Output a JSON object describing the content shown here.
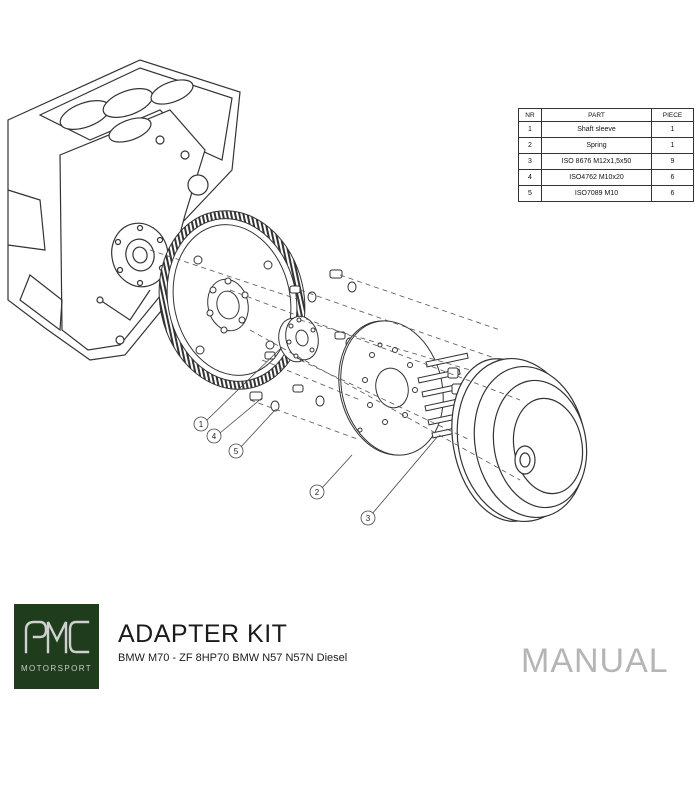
{
  "parts_table": {
    "headers": [
      "NR",
      "PART",
      "PIECE"
    ],
    "rows": [
      {
        "nr": "1",
        "part": "Shaft sleeve",
        "piece": "1"
      },
      {
        "nr": "2",
        "part": "Spring",
        "piece": "1"
      },
      {
        "nr": "3",
        "part": "ISO 8676 M12x1,5x50",
        "piece": "9"
      },
      {
        "nr": "4",
        "part": "ISO4762 M10x20",
        "piece": "6"
      },
      {
        "nr": "5",
        "part": "ISO7089 M10",
        "piece": "6"
      }
    ]
  },
  "callouts": [
    "1",
    "4",
    "5",
    "2",
    "3"
  ],
  "logo": {
    "brand_text": "MOTORSPORT",
    "background": "#1f3d1c"
  },
  "title": "ADAPTER KIT",
  "subtitle": "BMW M70 - ZF 8HP70 BMW N57 N57N Diesel",
  "manual_label": "MANUAL"
}
